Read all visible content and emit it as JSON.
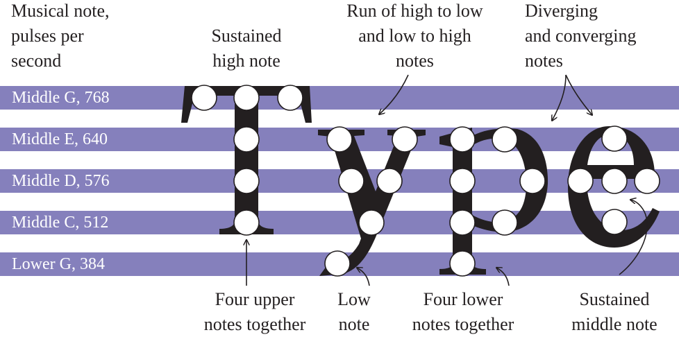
{
  "header": {
    "axis_title": "Musical note,\npulses per\nsecond"
  },
  "bands": [
    {
      "label": "Middle G, 768",
      "note": "Middle G",
      "pps": 768
    },
    {
      "label": "Middle E, 640",
      "note": "Middle E",
      "pps": 640
    },
    {
      "label": "Middle D, 576",
      "note": "Middle D",
      "pps": 576
    },
    {
      "label": "Middle C, 512",
      "note": "Middle C",
      "pps": 512
    },
    {
      "label": "Lower G, 384",
      "note": "Lower G",
      "pps": 384
    }
  ],
  "word": "Type",
  "annotations": {
    "sustained_high": "Sustained\nhigh note",
    "run_high_low": "Run of high to low\nand low to high\nnotes",
    "diverging": "Diverging\nand converging\nnotes",
    "four_upper": "Four upper\nnotes together",
    "low_note": "Low\nnote",
    "four_lower": "Four lower\nnotes together",
    "sustained_middle": "Sustained\nmiddle note"
  },
  "letters": [
    {
      "letter": "T",
      "notes": [
        "Middle G",
        "Middle G",
        "Middle G",
        "Middle E",
        "Middle D",
        "Middle C"
      ]
    },
    {
      "letter": "y",
      "notes": [
        "Middle E",
        "Middle E",
        "Middle D",
        "Middle D",
        "Middle C",
        "Lower G"
      ]
    },
    {
      "letter": "p",
      "notes": [
        "Middle E",
        "Middle E",
        "Middle D",
        "Middle D",
        "Middle C",
        "Middle C",
        "Lower G"
      ]
    },
    {
      "letter": "e",
      "notes": [
        "Middle E",
        "Middle D",
        "Middle D",
        "Middle D",
        "Middle C"
      ]
    }
  ],
  "colors": {
    "band": "#8580bc",
    "ink": "#231f20",
    "dot": "#ffffff"
  }
}
